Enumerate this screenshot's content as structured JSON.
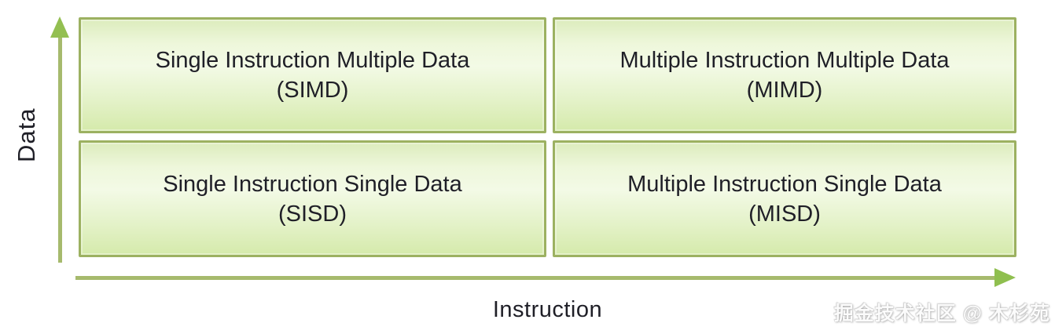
{
  "axes": {
    "y_label": "Data",
    "x_label": "Instruction"
  },
  "quadrants": [
    {
      "id": "simd",
      "title": "Single Instruction Multiple Data",
      "acronym": "(SIMD)"
    },
    {
      "id": "mimd",
      "title": "Multiple Instruction Multiple Data",
      "acronym": "(MIMD)"
    },
    {
      "id": "sisd",
      "title": "Single Instruction Single Data",
      "acronym": "(SISD)"
    },
    {
      "id": "misd",
      "title": "Multiple Instruction Single Data",
      "acronym": "(MISD)"
    }
  ],
  "watermark": {
    "text": "掘金技术社区 @ 木杉苑"
  },
  "colors": {
    "axis_line": "#a6ba6d",
    "arrowhead": "#8fbf4f",
    "box_border": "#9cb161",
    "box_fill_light": "#f3fae6",
    "box_fill_dark": "#d5eaab",
    "text": "#1f1f27",
    "watermark_text": "#fbfbfb",
    "background": "#ffffff"
  }
}
